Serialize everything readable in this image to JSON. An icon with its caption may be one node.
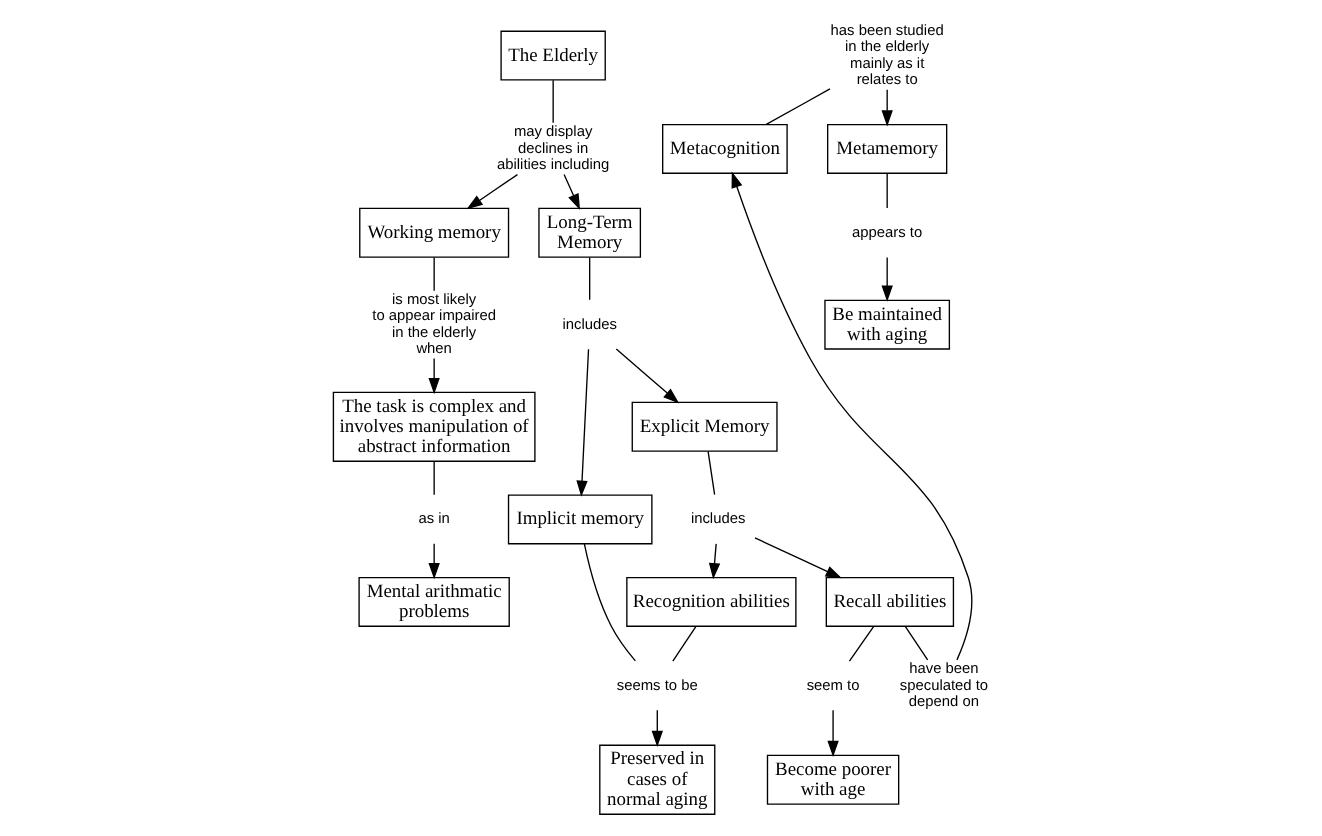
{
  "diagram": {
    "nodes": [
      {
        "text": [
          "The Elderly"
        ]
      },
      {
        "text": [
          "may display declines in abilities including"
        ]
      },
      {
        "text": [
          "Working memory"
        ]
      },
      {
        "text": [
          "Long-Term Memory"
        ]
      },
      {
        "text": [
          "is most likely to appear impaired in the elderly when"
        ]
      },
      {
        "text": [
          "The task is complex and involves manipulation of abstract information"
        ]
      },
      {
        "text": [
          "as in"
        ]
      },
      {
        "text": [
          "Mental arithmatic problems"
        ]
      },
      {
        "text": [
          "includes"
        ]
      },
      {
        "text": [
          "Implicit memory"
        ]
      },
      {
        "text": [
          "Explicit Memory"
        ]
      },
      {
        "text": [
          "includes"
        ]
      },
      {
        "text": [
          "Recognition abilities"
        ]
      },
      {
        "text": [
          "Recall abilities"
        ]
      },
      {
        "text": [
          "seems to be"
        ]
      },
      {
        "text": [
          "Preserved in cases of normal aging"
        ]
      },
      {
        "text": [
          "seem to"
        ]
      },
      {
        "text": [
          "Become poorer with age"
        ]
      },
      {
        "text": [
          "Metacognition"
        ]
      },
      {
        "text": [
          "have been speculated to depend on"
        ]
      },
      {
        "text": [
          "Metamemory"
        ]
      },
      {
        "text": [
          "has been studied in the elderly mainly as it relates to"
        ]
      },
      {
        "text": [
          "appears to"
        ]
      },
      {
        "text": [
          "Be maintained with aging"
        ]
      }
    ],
    "edges": [
      {
        "from": 0,
        "to": 1,
        "arrow": "none"
      },
      {
        "from": 1,
        "to": 2,
        "arrow": "to"
      },
      {
        "from": 1,
        "to": 3,
        "arrow": "to"
      },
      {
        "from": 2,
        "to": 4,
        "arrow": "none"
      },
      {
        "from": 4,
        "to": 5,
        "arrow": "to"
      },
      {
        "from": 5,
        "to": 6,
        "arrow": "none"
      },
      {
        "from": 6,
        "to": 7,
        "arrow": "to"
      },
      {
        "from": 3,
        "to": 8,
        "arrow": "none"
      },
      {
        "from": 8,
        "to": 9,
        "arrow": "to"
      },
      {
        "from": 8,
        "to": 10,
        "arrow": "to"
      },
      {
        "from": 10,
        "to": 11,
        "arrow": "none"
      },
      {
        "from": 11,
        "to": 12,
        "arrow": "to"
      },
      {
        "from": 11,
        "to": 13,
        "arrow": "to"
      },
      {
        "from": 9,
        "to": 14,
        "arrow": "none"
      },
      {
        "from": 12,
        "to": 14,
        "arrow": "none"
      },
      {
        "from": 14,
        "to": 15,
        "arrow": "to"
      },
      {
        "from": 13,
        "to": 16,
        "arrow": "none"
      },
      {
        "from": 16,
        "to": 17,
        "arrow": "to"
      },
      {
        "from": 13,
        "to": 19,
        "arrow": "none"
      },
      {
        "from": 19,
        "to": 18,
        "arrow": "to"
      },
      {
        "from": 18,
        "to": 21,
        "arrow": "none"
      },
      {
        "from": 21,
        "to": 20,
        "arrow": "to"
      },
      {
        "from": 20,
        "to": 22,
        "arrow": "none"
      },
      {
        "from": 22,
        "to": 23,
        "arrow": "to"
      }
    ]
  }
}
